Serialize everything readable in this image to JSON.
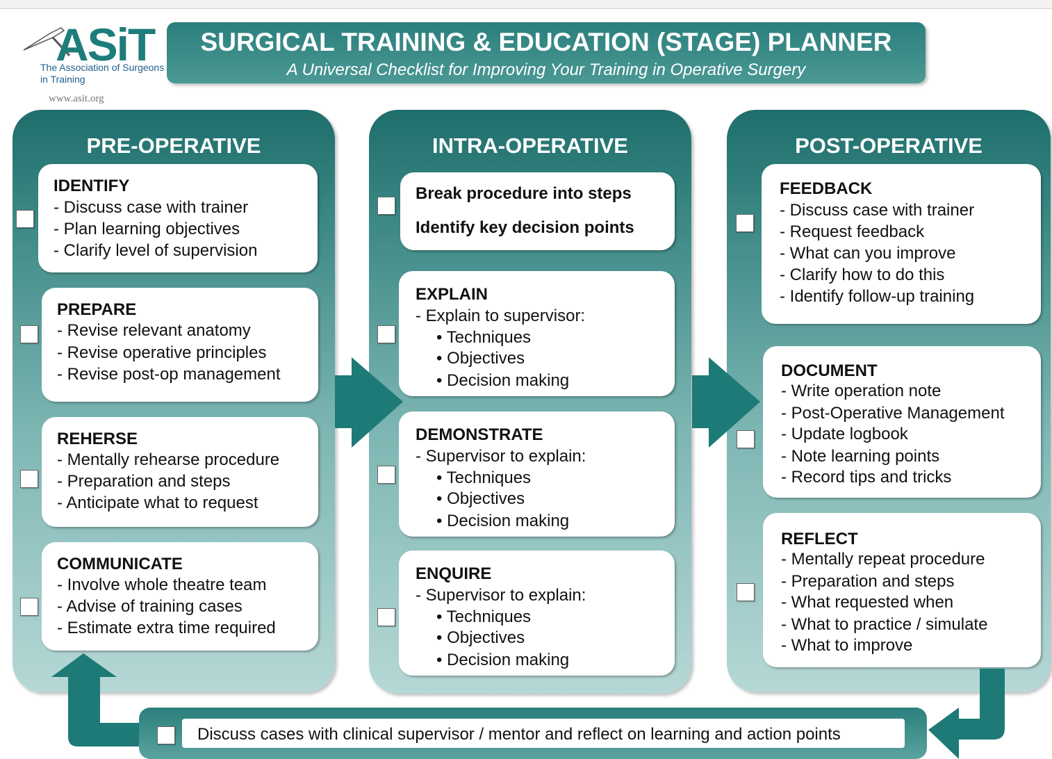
{
  "header": {
    "logo_text": "ASiT",
    "logo_org": "The Association of Surgeons in Training",
    "logo_url": "www.asit.org",
    "title": "SURGICAL TRAINING & EDUCATION (STAGE) PLANNER",
    "subtitle": "A Universal Checklist for Improving Your Training in Operative Surgery"
  },
  "colors": {
    "teal_dark": "#1e6e6b",
    "teal_light": "#b6d8d6",
    "arrow": "#1e7a76"
  },
  "columns": {
    "pre": {
      "title": "PRE-OPERATIVE",
      "cards": [
        {
          "head": "IDENTIFY",
          "lines": [
            "- Discuss case with trainer",
            "- Plan learning objectives",
            "- Clarify level of supervision"
          ]
        },
        {
          "head": "PREPARE",
          "lines": [
            "- Revise relevant anatomy",
            "- Revise operative principles",
            "- Revise post-op management"
          ]
        },
        {
          "head": "REHERSE",
          "lines": [
            "- Mentally rehearse procedure",
            "- Preparation and steps",
            "- Anticipate what to request"
          ]
        },
        {
          "head": "COMMUNICATE",
          "lines": [
            "- Involve whole theatre team",
            "- Advise of training cases",
            "- Estimate extra time required"
          ]
        }
      ]
    },
    "intra": {
      "title": "INTRA-OPERATIVE",
      "cards": [
        {
          "lines": [
            "Break procedure into steps",
            "Identify key decision points"
          ]
        },
        {
          "head": "EXPLAIN",
          "lines": [
            "- Explain to supervisor:",
            "• Techniques",
            "• Objectives",
            "• Decision making"
          ]
        },
        {
          "head": "DEMONSTRATE",
          "lines": [
            "- Supervisor to explain:",
            "• Techniques",
            "• Objectives",
            "• Decision making"
          ]
        },
        {
          "head": "ENQUIRE",
          "lines": [
            "- Supervisor to explain:",
            "• Techniques",
            "• Objectives",
            "• Decision making"
          ]
        }
      ]
    },
    "post": {
      "title": "POST-OPERATIVE",
      "cards": [
        {
          "head": "FEEDBACK",
          "lines": [
            "- Discuss case with trainer",
            "- Request feedback",
            "- What can you improve",
            "- Clarify how to do this",
            "- Identify follow-up training"
          ]
        },
        {
          "head": "DOCUMENT",
          "lines": [
            "- Write operation note",
            "- Post-Operative Management",
            "- Update logbook",
            "- Note learning points",
            "- Record tips and tricks"
          ]
        },
        {
          "head": "REFLECT",
          "lines": [
            "- Mentally repeat procedure",
            "- Preparation and steps",
            "- What requested when",
            "- What to practice / simulate",
            "- What to improve"
          ]
        }
      ]
    }
  },
  "footer": {
    "text": "Discuss cases with clinical supervisor / mentor and reflect on learning and action points"
  }
}
